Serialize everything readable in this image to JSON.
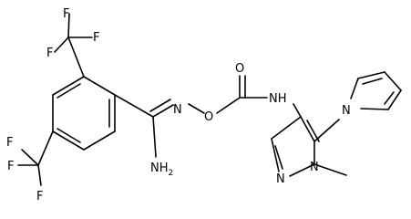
{
  "molecule": {
    "atoms": {
      "f1": "F",
      "f2": "F",
      "f3": "F",
      "f4": "F",
      "f5": "F",
      "f6": "F",
      "n_imine": "N",
      "o_link": "O",
      "o_carbonyl": "O",
      "nh_carbamate": "NH",
      "nh2_amidine": "NH",
      "nh2_sub": "2",
      "n_pyrrole": "N",
      "n_pyrazole_1": "N",
      "n_pyrazole_2": "N"
    }
  }
}
